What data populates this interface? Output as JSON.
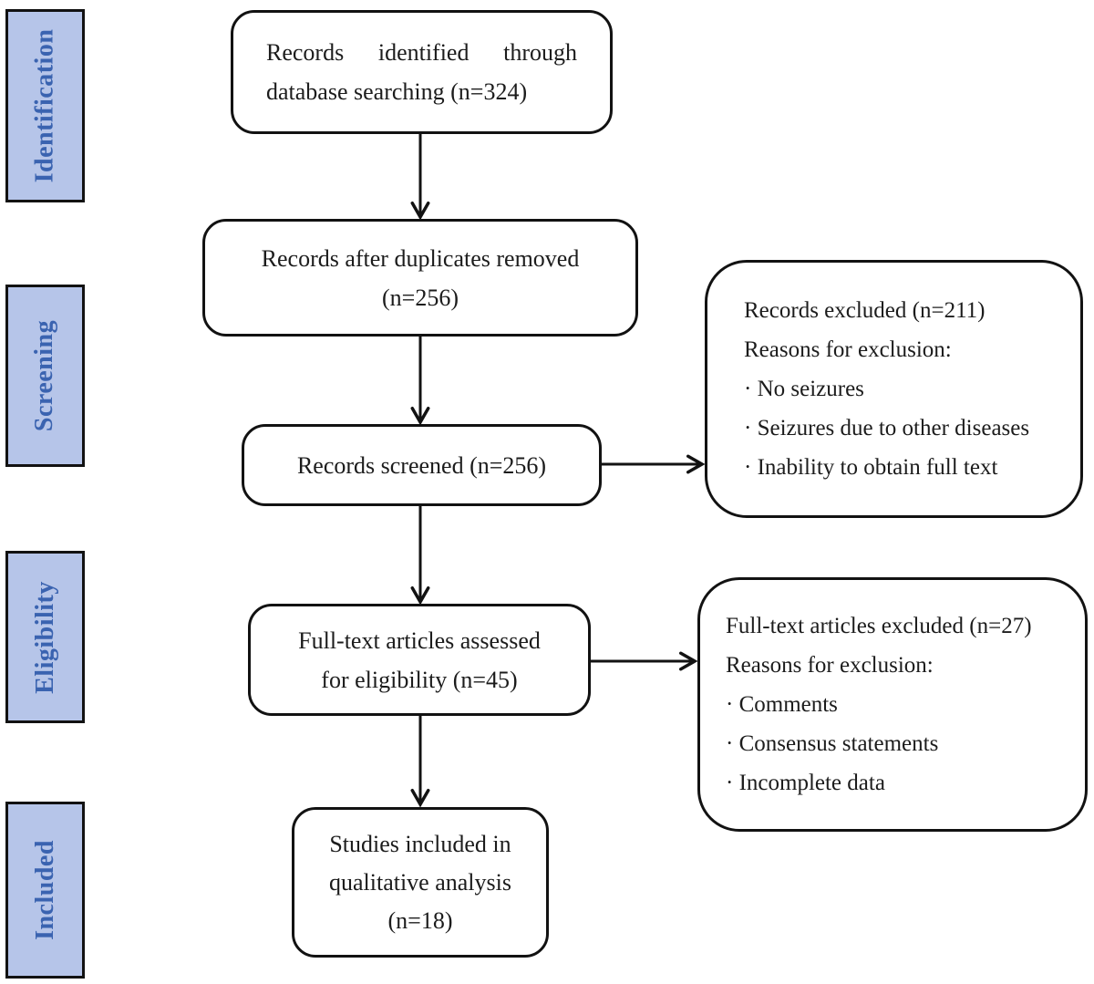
{
  "palette": {
    "sidebar_bg": "#b6c5e9",
    "sidebar_text": "#3a63b0",
    "line_color": "#121212",
    "box_bg": "#ffffff",
    "text_color": "#1c1c1c"
  },
  "stages": [
    {
      "label": "Identification"
    },
    {
      "label": "Screening"
    },
    {
      "label": "Eligibility"
    },
    {
      "label": "Included"
    }
  ],
  "flow": {
    "identified": {
      "line1": "Records identified through",
      "line2": "database searching (n=324)"
    },
    "deduplicated": {
      "line1": "Records after duplicates removed",
      "line2": "(n=256)"
    },
    "screened": {
      "line1": "Records screened (n=256)"
    },
    "fulltext_assessed": {
      "line1": "Full-text articles assessed",
      "line2": "for eligibility (n=45)"
    },
    "included_studies": {
      "line1": "Studies included in",
      "line2": "qualitative analysis",
      "line3": "(n=18)"
    }
  },
  "exclusions": {
    "records": {
      "title": "Records excluded (n=211)",
      "subtitle": "Reasons for exclusion:",
      "items": [
        "· No seizures",
        "· Seizures due to other diseases",
        "· Inability to obtain full text"
      ]
    },
    "fulltext": {
      "title": "Full-text articles excluded (n=27)",
      "subtitle": "Reasons for exclusion:",
      "items": [
        "· Comments",
        "· Consensus statements",
        "· Incomplete data"
      ]
    }
  }
}
